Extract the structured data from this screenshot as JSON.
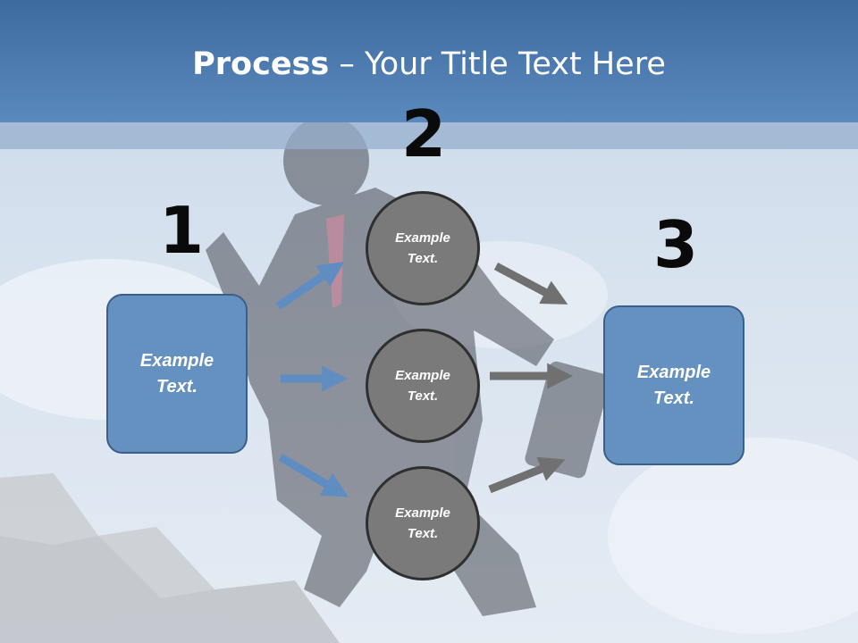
{
  "title": {
    "bold": "Process",
    "rest": " – Your Title Text Here"
  },
  "steps": [
    {
      "number": "1",
      "text": "Example\nText."
    },
    {
      "number": "2",
      "text": "Example\nText."
    },
    {
      "number": "3",
      "text": "Example\nText."
    }
  ],
  "circles": [
    {
      "text": "Example\nText."
    },
    {
      "text": "Example\nText."
    },
    {
      "text": "Example\nText."
    }
  ],
  "colors": {
    "header": "#4a78ab",
    "box_fill": "#6591c1",
    "circle_fill": "#7a7a7a",
    "blue_arrow": "#5f8dc2",
    "gray_arrow": "#707070"
  }
}
